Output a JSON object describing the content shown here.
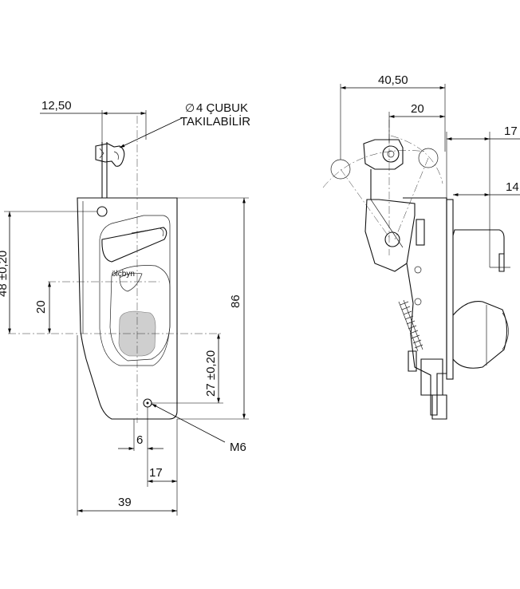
{
  "callouts": {
    "rod_symbol": "∅",
    "rod_line1": "4 ÇUBUK",
    "rod_line2": "TAKILABİLİR",
    "thread": "M6",
    "logo": "ölçbyn"
  },
  "dimensions": {
    "front": {
      "top_offset": "12,50",
      "left_height": "48 ±0,20",
      "left_inner": "20",
      "total_height": "86",
      "hole_height": "27 ±0,20",
      "hole_offset": "6",
      "bottom_17": "17",
      "total_width": "39"
    },
    "side": {
      "top_width": "40,50",
      "inner_width": "20",
      "right_17": "17",
      "right_14": "14"
    }
  }
}
